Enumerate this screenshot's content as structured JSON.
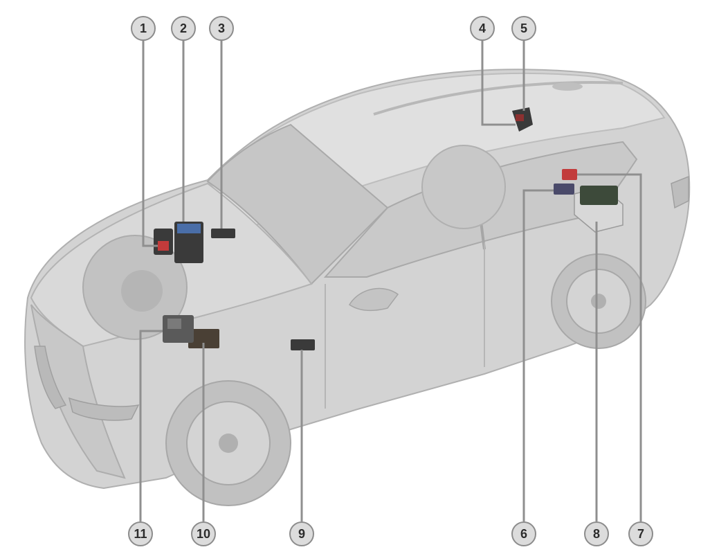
{
  "diagram": {
    "callouts": [
      {
        "id": "c1",
        "label": "1"
      },
      {
        "id": "c2",
        "label": "2"
      },
      {
        "id": "c3",
        "label": "3"
      },
      {
        "id": "c4",
        "label": "4"
      },
      {
        "id": "c5",
        "label": "5"
      },
      {
        "id": "c6",
        "label": "6"
      },
      {
        "id": "c7",
        "label": "7"
      },
      {
        "id": "c8",
        "label": "8"
      },
      {
        "id": "c9",
        "label": "9"
      },
      {
        "id": "c10",
        "label": "10"
      },
      {
        "id": "c11",
        "label": "11"
      }
    ]
  },
  "colors": {
    "car_body": "#cfcfcf",
    "car_outline": "#b3b3b3",
    "glass": "#c3c3c3",
    "tire": "#bdbdbd",
    "callout_fill": "#dcdcdc",
    "callout_stroke": "#8c8c8c",
    "component_dark": "#3a3a3a",
    "component_red": "#c23b3b",
    "component_blue": "#4a6ea8"
  }
}
